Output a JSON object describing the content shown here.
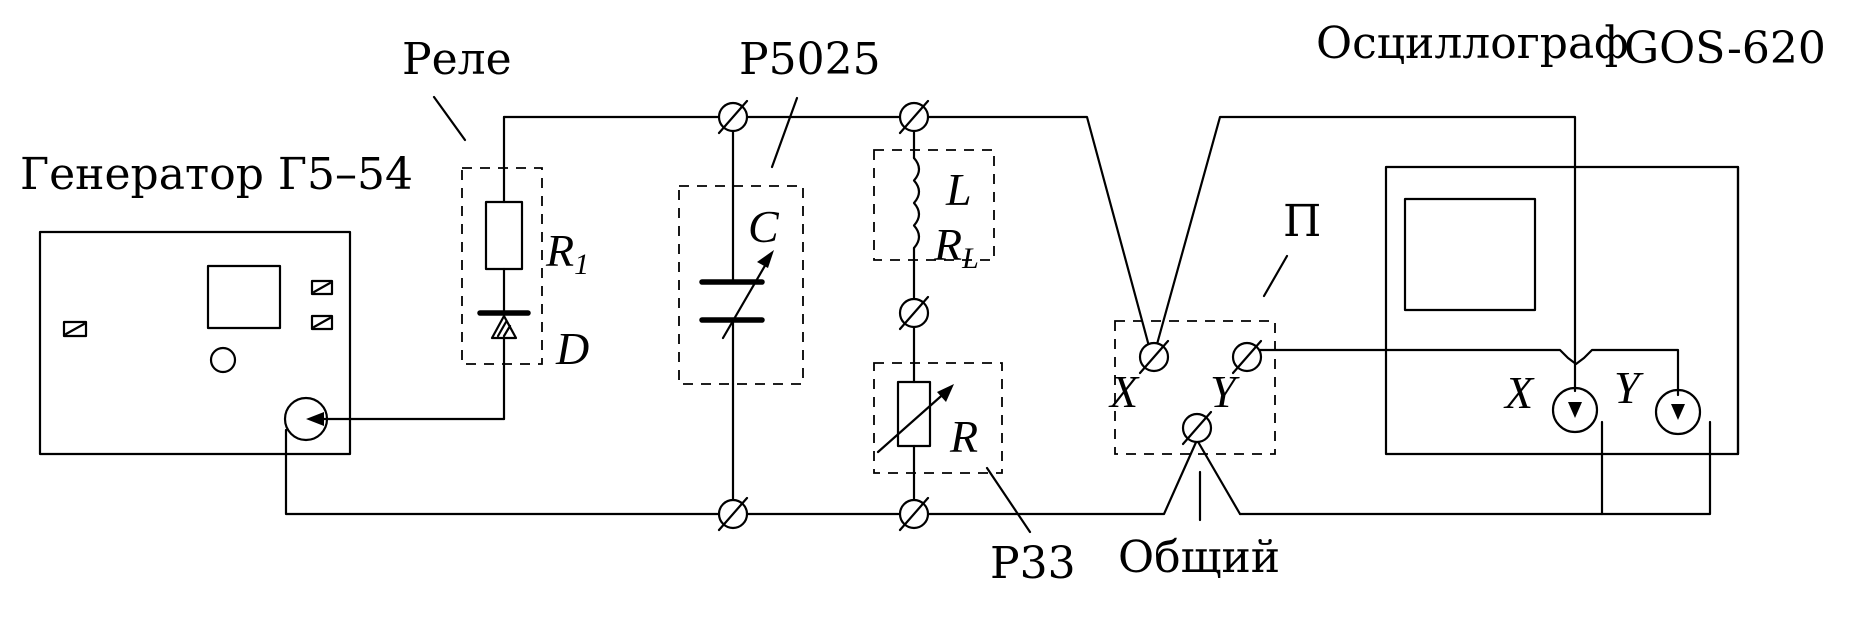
{
  "labels": {
    "relay": "Реле",
    "box_p5025": "Р5025",
    "oscillograph": "Осциллограф",
    "oscillograph_model": "GOS-620",
    "generator": "Генератор Г5–54",
    "switch_p": "П",
    "box_p33": "Р33",
    "common": "Общий"
  },
  "components": {
    "resistor_r1": "R",
    "resistor_r1_sub": "1",
    "diode": "D",
    "capacitor": "C",
    "inductor": "L",
    "inductor_resistance": "R",
    "inductor_resistance_sub": "L",
    "resistor_var": "R"
  },
  "switch_terminals": {
    "x": "X",
    "y": "Y"
  },
  "scope_inputs": {
    "x": "X",
    "y": "Y"
  }
}
